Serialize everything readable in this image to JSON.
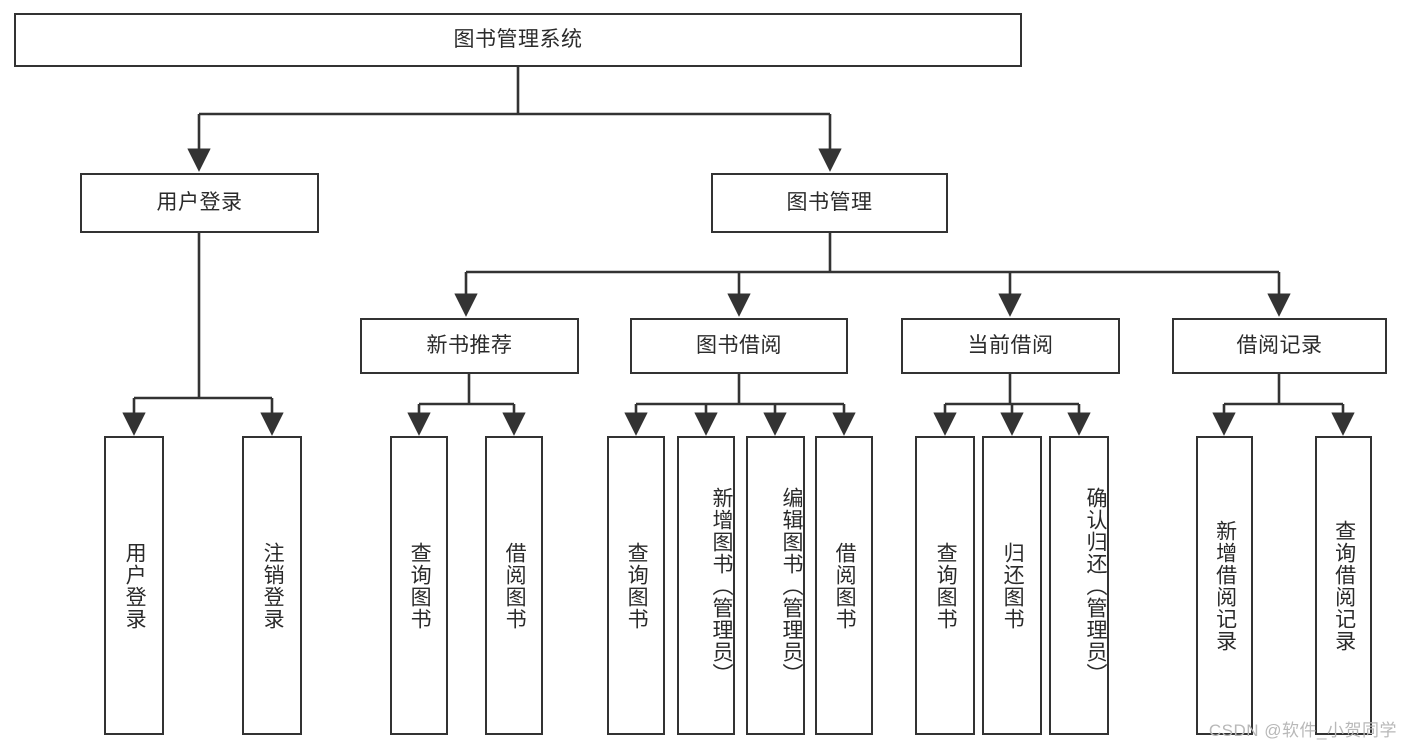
{
  "diagram": {
    "title": "图书管理系统",
    "watermark": "CSDN @软件_小贺同学",
    "type": "tree",
    "orientation": "top-down",
    "colors": {
      "border": "#333333",
      "fill": "#ffffff",
      "text": "#2b2b2b",
      "edge": "#333333",
      "watermark": "#b8b8b8"
    },
    "nodes": {
      "root": {
        "label": "图书管理系统",
        "level": 0
      },
      "l1": [
        {
          "id": "user-login",
          "label": "用户登录",
          "level": 1
        },
        {
          "id": "book-manage",
          "label": "图书管理",
          "level": 1
        }
      ],
      "l2": [
        {
          "id": "new-book-rec",
          "label": "新书推荐",
          "level": 2,
          "parent": "book-manage"
        },
        {
          "id": "book-borrow",
          "label": "图书借阅",
          "level": 2,
          "parent": "book-manage"
        },
        {
          "id": "current-borrow",
          "label": "当前借阅",
          "level": 2,
          "parent": "book-manage"
        },
        {
          "id": "borrow-record",
          "label": "借阅记录",
          "level": 2,
          "parent": "book-manage"
        }
      ],
      "leaves": [
        {
          "id": "leaf-user-login",
          "label": "用户登录",
          "parent": "user-login"
        },
        {
          "id": "leaf-logout",
          "label": "注销登录",
          "parent": "user-login"
        },
        {
          "id": "leaf-query-book-rec",
          "label": "查询图书",
          "parent": "new-book-rec"
        },
        {
          "id": "leaf-borrow-book-rec",
          "label": "借阅图书",
          "parent": "new-book-rec"
        },
        {
          "id": "leaf-query-book-borrow",
          "label": "查询图书",
          "parent": "book-borrow"
        },
        {
          "id": "leaf-add-book",
          "label": "新增图书（管理员）",
          "parent": "book-borrow"
        },
        {
          "id": "leaf-edit-book",
          "label": "编辑图书（管理员）",
          "parent": "book-borrow"
        },
        {
          "id": "leaf-borrow-book",
          "label": "借阅图书",
          "parent": "book-borrow"
        },
        {
          "id": "leaf-query-book-cur",
          "label": "查询图书",
          "parent": "current-borrow"
        },
        {
          "id": "leaf-return-book",
          "label": "归还图书",
          "parent": "current-borrow"
        },
        {
          "id": "leaf-confirm-return",
          "label": "确认归还（管理员）",
          "parent": "current-borrow"
        },
        {
          "id": "leaf-add-record",
          "label": "新增借阅记录",
          "parent": "borrow-record"
        },
        {
          "id": "leaf-query-record",
          "label": "查询借阅记录",
          "parent": "borrow-record"
        }
      ]
    }
  }
}
